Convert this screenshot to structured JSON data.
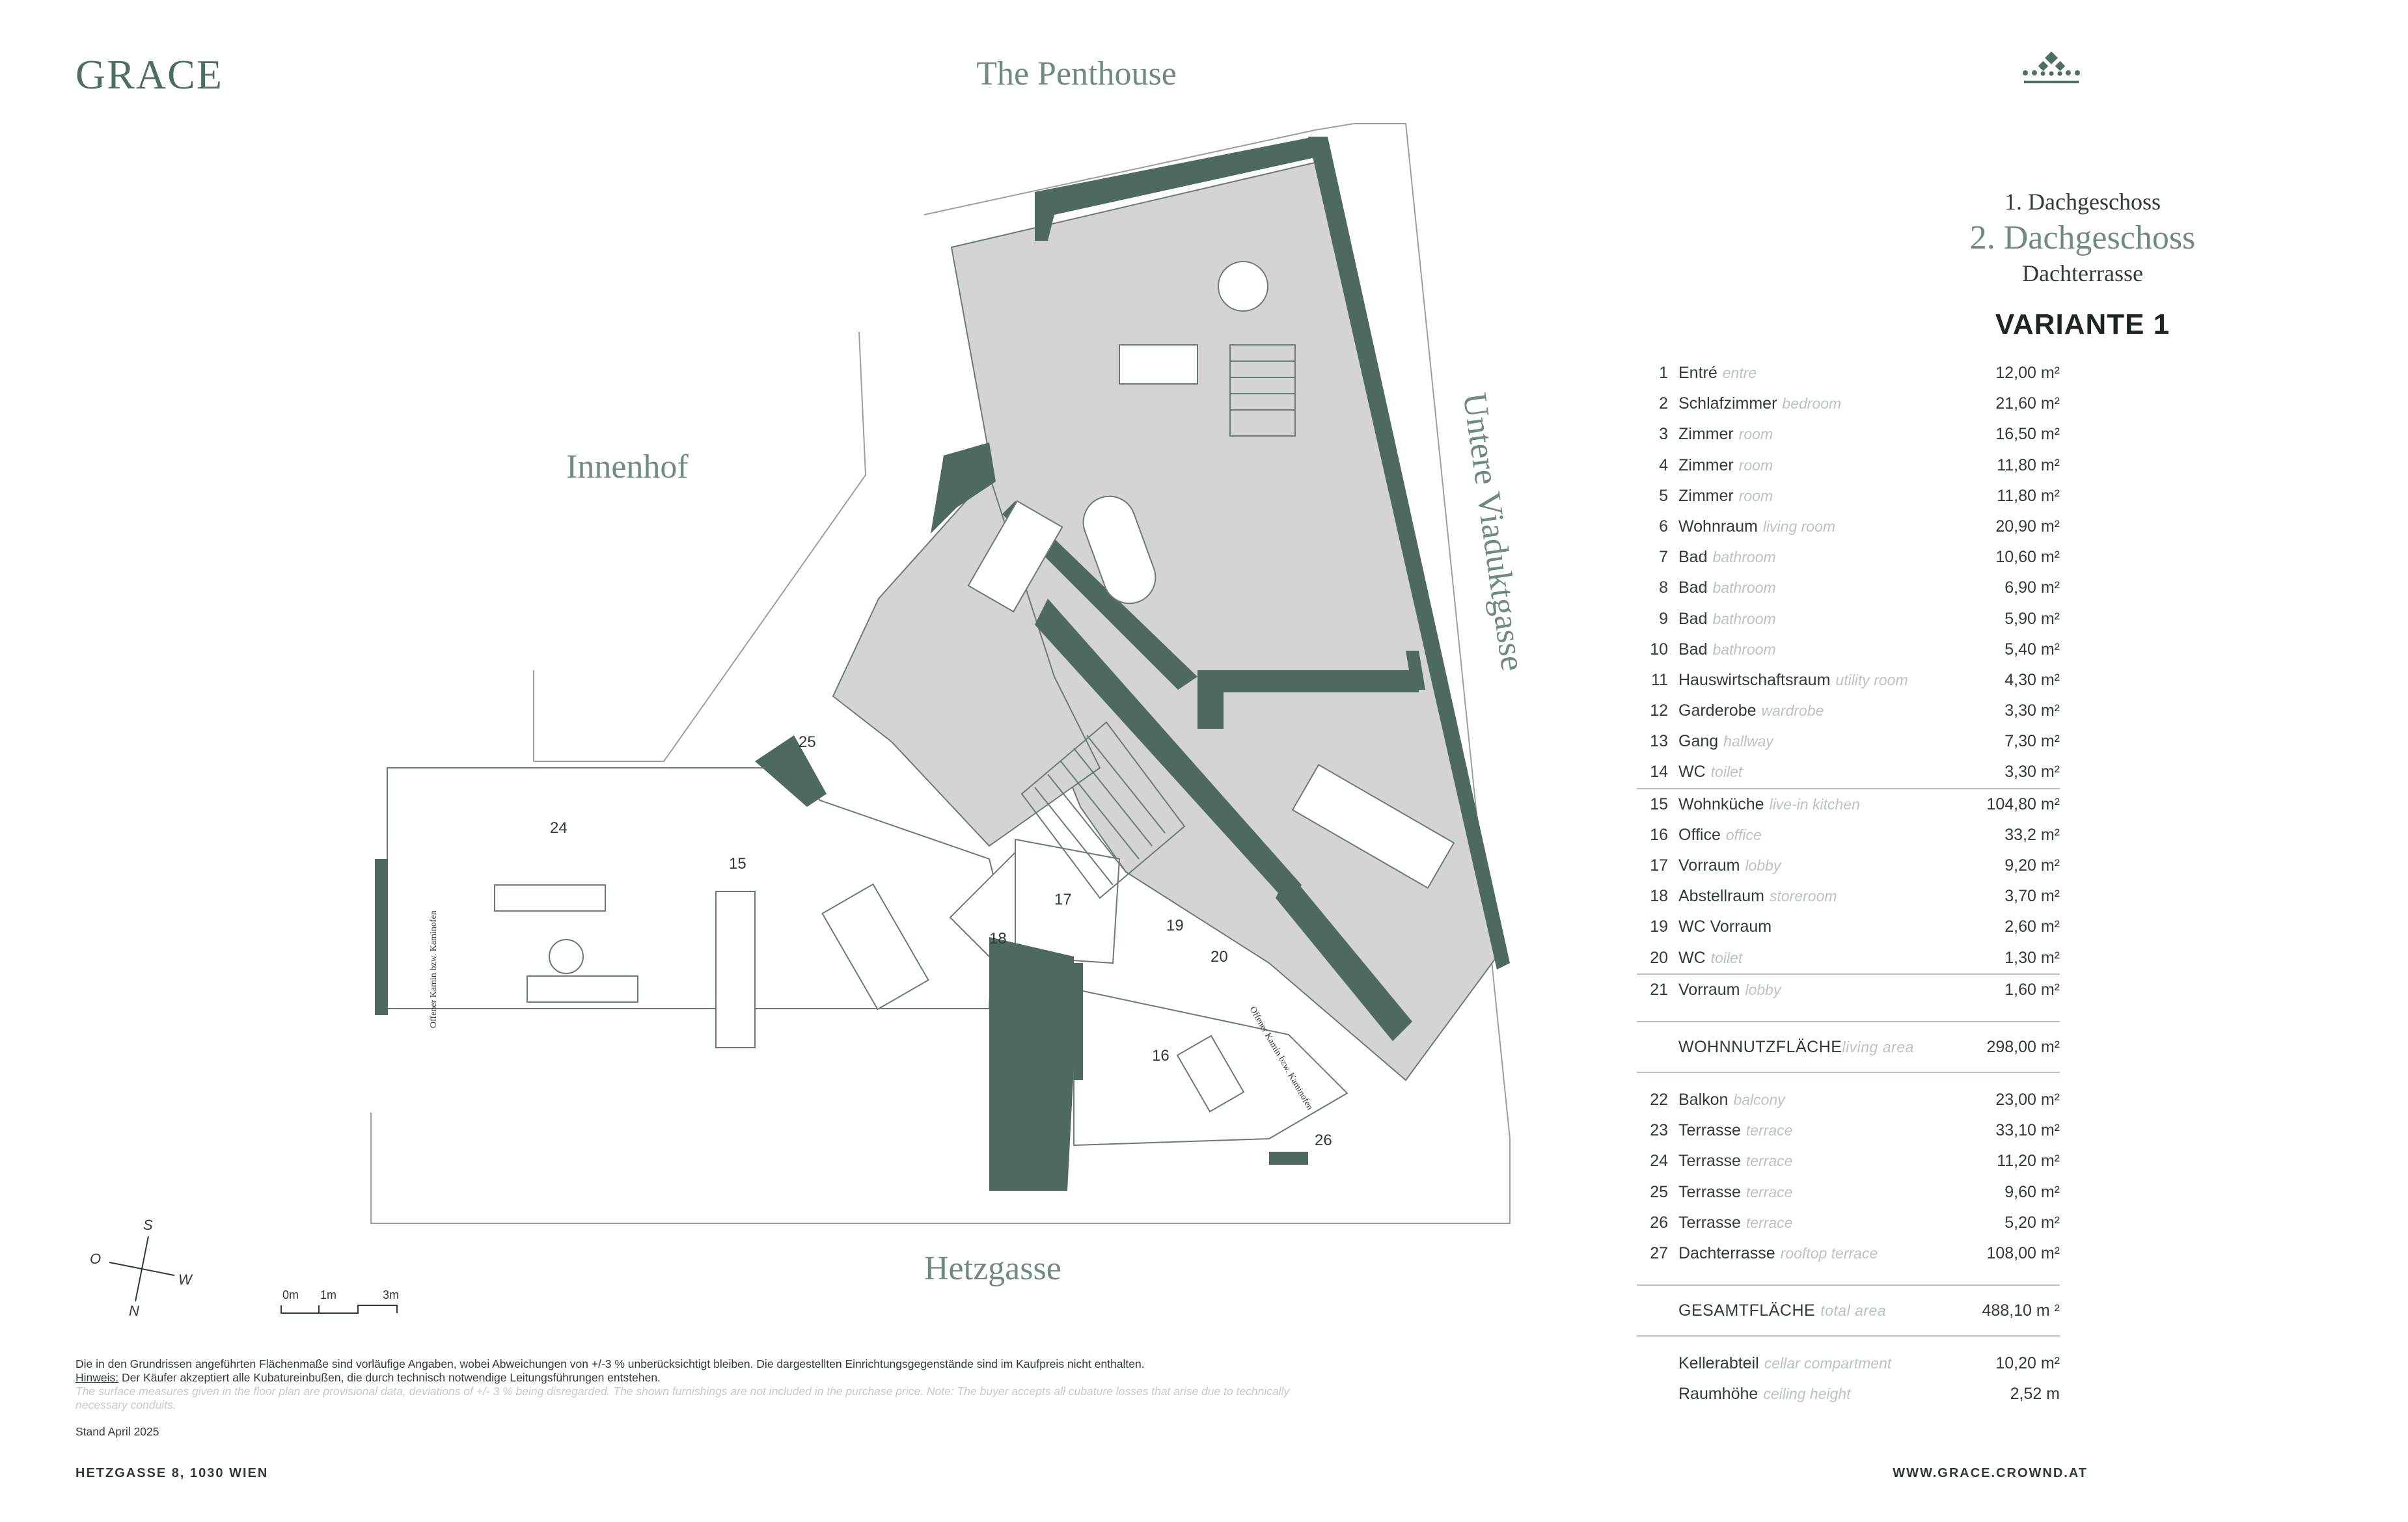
{
  "header": {
    "logo": "GRACE",
    "title": "The Penthouse",
    "crown_icon": "crown-diamond-icon"
  },
  "levels": [
    "1. Dachgeschoss",
    "2. Dachgeschoss",
    "Dachterrasse"
  ],
  "variant": "VARIANTE 1",
  "colors": {
    "accent": "#4e6e64",
    "wall": "#4e6a60",
    "floor": "#d4d4d2"
  },
  "rooms_a": [
    {
      "no": "1",
      "de": "Entré",
      "en": "entre",
      "area": "12,00 m²"
    },
    {
      "no": "2",
      "de": "Schlafzimmer",
      "en": "bedroom",
      "area": "21,60 m²"
    },
    {
      "no": "3",
      "de": "Zimmer",
      "en": "room",
      "area": "16,50 m²"
    },
    {
      "no": "4",
      "de": "Zimmer",
      "en": "room",
      "area": "11,80 m²"
    },
    {
      "no": "5",
      "de": "Zimmer",
      "en": "room",
      "area": "11,80 m²"
    },
    {
      "no": "6",
      "de": "Wohnraum",
      "en": "living room",
      "area": "20,90 m²"
    },
    {
      "no": "7",
      "de": "Bad",
      "en": "bathroom",
      "area": "10,60 m²"
    },
    {
      "no": "8",
      "de": "Bad",
      "en": "bathroom",
      "area": "6,90 m²"
    },
    {
      "no": "9",
      "de": "Bad",
      "en": "bathroom",
      "area": "5,90 m²"
    },
    {
      "no": "10",
      "de": "Bad",
      "en": "bathroom",
      "area": "5,40 m²"
    },
    {
      "no": "11",
      "de": "Hauswirtschaftsraum",
      "en": "utility room",
      "area": "4,30 m²"
    },
    {
      "no": "12",
      "de": "Garderobe",
      "en": "wardrobe",
      "area": "3,30 m²"
    },
    {
      "no": "13",
      "de": "Gang",
      "en": "hallway",
      "area": "7,30 m²"
    },
    {
      "no": "14",
      "de": "WC",
      "en": "toilet",
      "area": "3,30 m²"
    }
  ],
  "rooms_b": [
    {
      "no": "15",
      "de": "Wohnküche",
      "en": "live-in kitchen",
      "area": "104,80 m²"
    },
    {
      "no": "16",
      "de": "Office",
      "en": "office",
      "area": "33,2 m²"
    },
    {
      "no": "17",
      "de": "Vorraum",
      "en": "lobby",
      "area": "9,20 m²"
    },
    {
      "no": "18",
      "de": "Abstellraum",
      "en": "storeroom",
      "area": "3,70 m²"
    },
    {
      "no": "19",
      "de": "WC Vorraum",
      "en": "",
      "area": "2,60 m²"
    },
    {
      "no": "20",
      "de": "WC",
      "en": "toilet",
      "area": "1,30 m²"
    }
  ],
  "rooms_c": [
    {
      "no": "21",
      "de": "Vorraum",
      "en": "lobby",
      "area": "1,60 m²"
    }
  ],
  "living_total": {
    "de": "WOHNNUTZFLÄCHE",
    "en": "living area",
    "area": "298,00 m²"
  },
  "outdoor": [
    {
      "no": "22",
      "de": "Balkon",
      "en": "balcony",
      "area": "23,00 m²"
    },
    {
      "no": "23",
      "de": "Terrasse",
      "en": "terrace",
      "area": "33,10 m²"
    },
    {
      "no": "24",
      "de": "Terrasse",
      "en": "terrace",
      "area": "11,20 m²"
    },
    {
      "no": "25",
      "de": "Terrasse",
      "en": "terrace",
      "area": "9,60 m²"
    },
    {
      "no": "26",
      "de": "Terrasse",
      "en": "terrace",
      "area": "5,20 m²"
    },
    {
      "no": "27",
      "de": "Dachterrasse",
      "en": "rooftop terrace",
      "area": "108,00 m²"
    }
  ],
  "grand_total": {
    "de": "GESAMTFLÄCHE",
    "en": "total area",
    "area": "488,10 m ²"
  },
  "extras": [
    {
      "de": "Kellerabteil",
      "en": "cellar compartment",
      "area": "10,20 m²"
    },
    {
      "de": "Raumhöhe",
      "en": "ceiling height",
      "area": "2,52 m"
    }
  ],
  "plan": {
    "streets": {
      "innenhof": "Innenhof",
      "hetzgasse": "Hetzgasse",
      "viadukt": "Untere Viaduktgasse"
    },
    "labels": [
      "15",
      "16",
      "17",
      "18",
      "19",
      "20",
      "24",
      "25",
      "26"
    ],
    "fireplace_1": "Offener Kamin bzw. Kaminofen",
    "fireplace_2": "Offener Kamin bzw. Kaminofen"
  },
  "compass": {
    "s": "S",
    "o": "O",
    "w": "W",
    "n": "N"
  },
  "scale": {
    "l0": "0m",
    "l1": "1m",
    "l3": "3m"
  },
  "notes": {
    "de": "Die in den Grundrissen angeführten Flächenmaße sind vorläufige Angaben, wobei Abweichungen von +/-3 % unberücksichtigt bleiben. Die dargestellten Einrichtungsgegenstände sind im Kaufpreis nicht enthalten.",
    "hinweis_label": "Hinweis:",
    "hinweis": " Der Käufer akzeptiert alle Kubatureinbußen, die durch technisch notwendige Leitungsführungen entstehen.",
    "en": "The surface measures given in the floor plan are provisional data, deviations of +/- 3 % being disregarded. The shown furnishings are not included in the purchase price. Note: The buyer accepts all cubature losses that arise due to technically necessary conduits."
  },
  "stand": "Stand April 2025",
  "footer": {
    "address": "HETZGASSE 8, 1030 WIEN",
    "website": "WWW.GRACE.CROWND.AT"
  }
}
